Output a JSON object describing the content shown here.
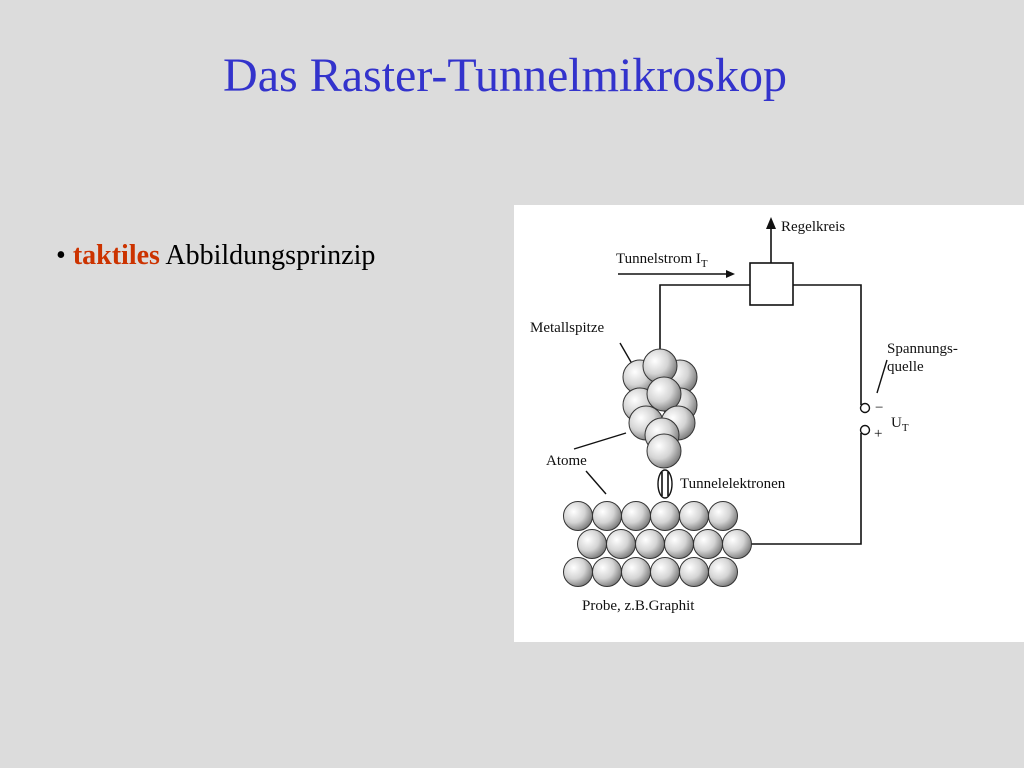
{
  "slide": {
    "title": "Das Raster-Tunnelmikroskop",
    "bullets": [
      {
        "marker": "•",
        "emphasis": "taktiles",
        "rest": "Abbildungsprinzip"
      }
    ]
  },
  "figure": {
    "labels": {
      "regelkreis": "Regelkreis",
      "tunnelstrom": "Tunnelstrom I",
      "tunnelstrom_sub": "T",
      "metallspitze": "Metallspitze",
      "spannungs_line1": "Spannungs-",
      "spannungs_line2": "quelle",
      "minus": "−",
      "plus": "+",
      "ut": "U",
      "ut_sub": "T",
      "atome": "Atome",
      "tunnelelektronen": "Tunnelelektronen",
      "probe": "Probe, z.B.Graphit"
    }
  },
  "colors": {
    "background": "#dcdcdc",
    "title": "#3333cc",
    "emphasis": "#cc3300"
  }
}
